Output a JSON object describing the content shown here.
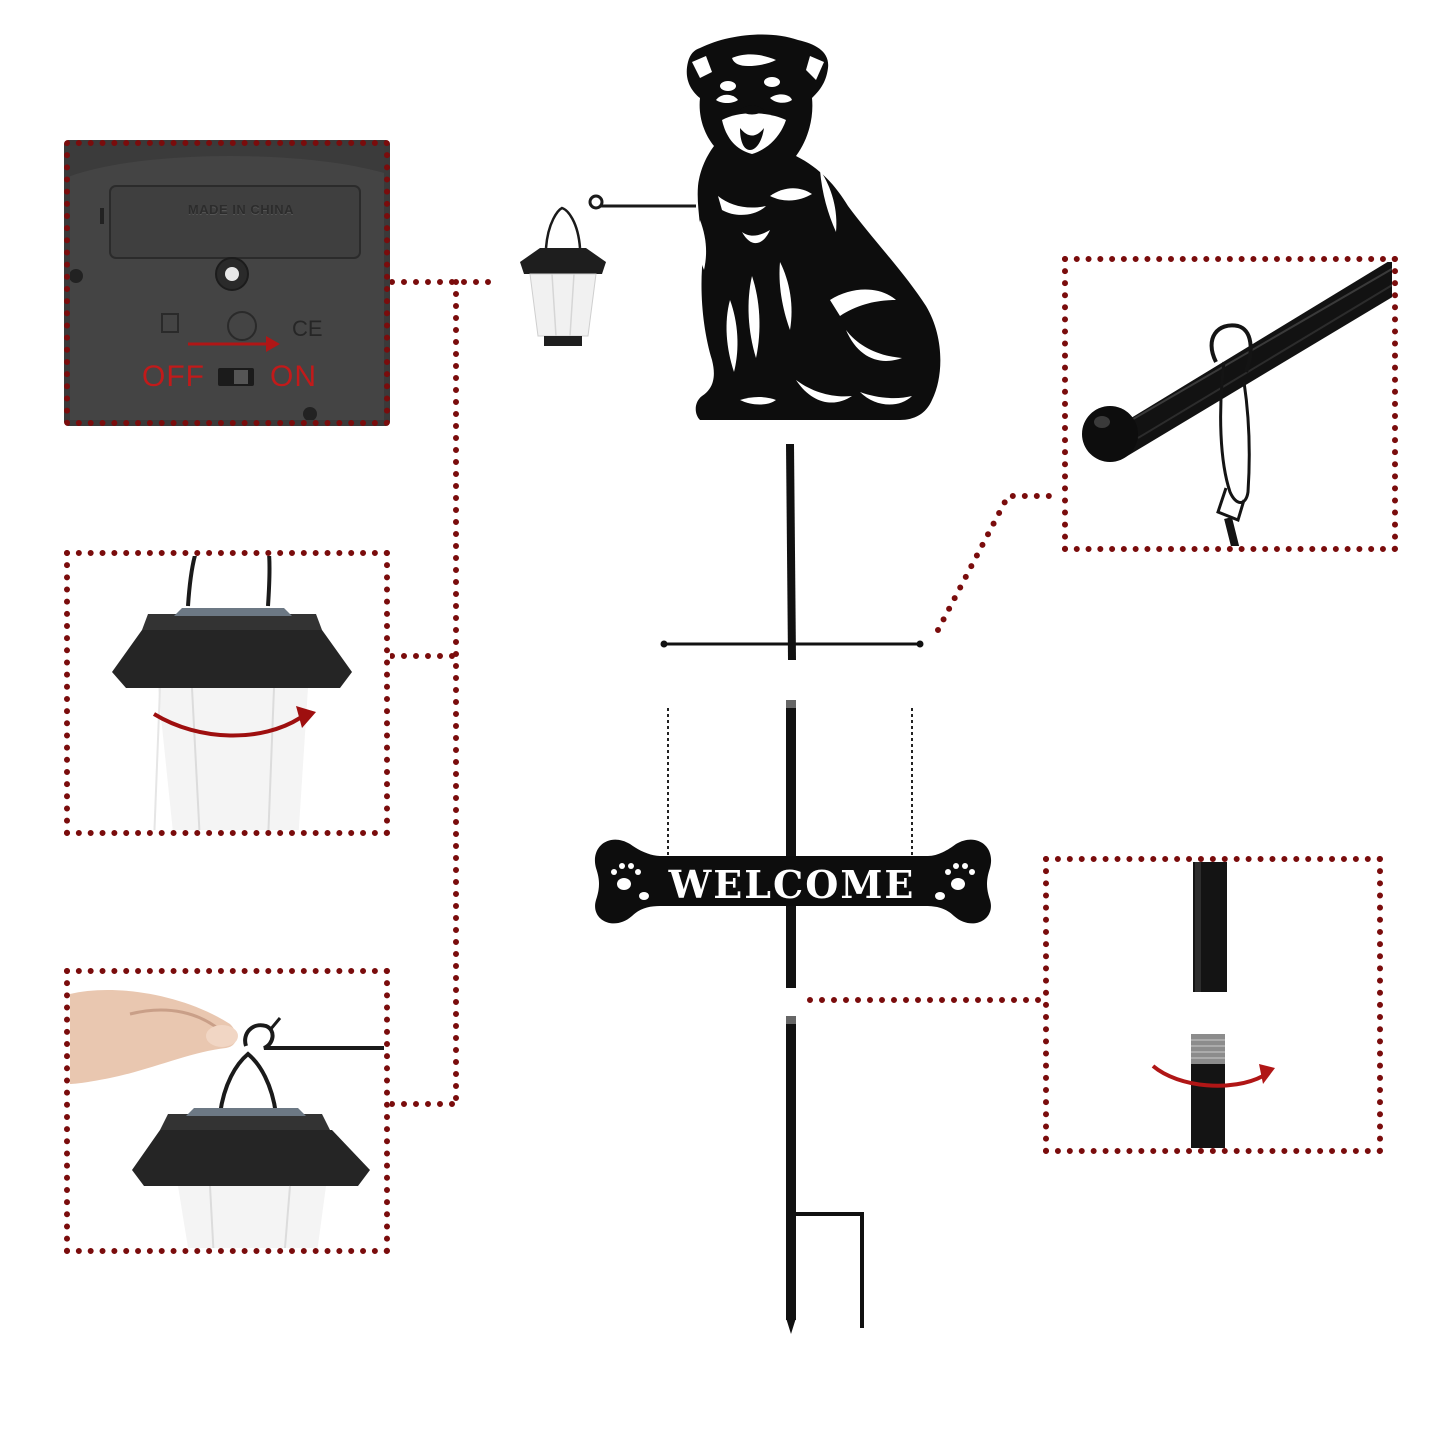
{
  "switch_panel": {
    "made_in_text": "MADE IN CHINA",
    "off_label": "OFF",
    "on_label": "ON",
    "ce_mark": "CE"
  },
  "sign": {
    "text": "WELCOME"
  },
  "colors": {
    "connector": "#7a0c0c",
    "arrow": "#b01616",
    "metal": "#111111",
    "background": "#ffffff"
  }
}
